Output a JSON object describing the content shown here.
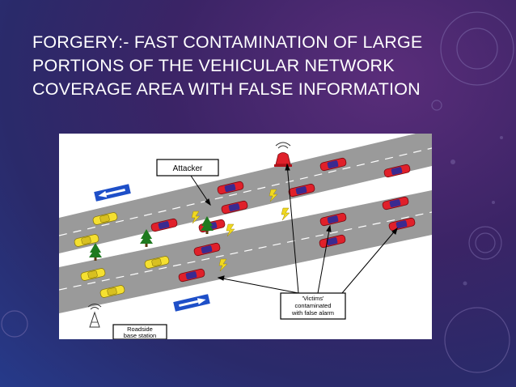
{
  "slide": {
    "title": "FORGERY:- FAST CONTAMINATION OF LARGE PORTIONS OF THE VEHICULAR NETWORK COVERAGE AREA WITH FALSE INFORMATION"
  },
  "diagram": {
    "attacker_label": "Attacker",
    "victims_label_lines": [
      "'Victims'",
      "contaminated",
      "with false alarm"
    ],
    "base_station_label_lines": [
      "Roadside",
      "base station"
    ]
  },
  "colors": {
    "background_dark": "#2a2a6a",
    "background_purple": "#5a2d7a",
    "road": "#9a9a9a",
    "red_car": "#e0202a",
    "yellow_car": "#f5e030",
    "arrow_sign": "#1e4fc8",
    "lightning": "#f0d820",
    "tree": "#1f7a1f"
  },
  "icons": [
    "tree-icon",
    "lightning-icon",
    "antenna-icon",
    "alarm-beacon-icon",
    "car-icon",
    "direction-arrow-icon"
  ]
}
